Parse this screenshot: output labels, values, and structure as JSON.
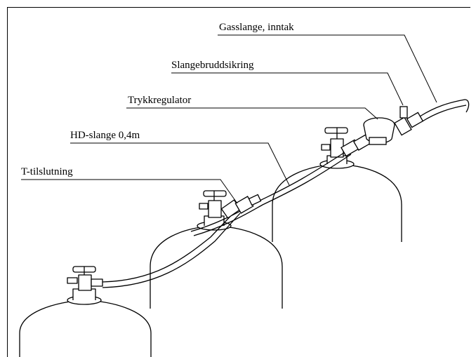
{
  "labels": {
    "gas_hose_inlet": "Gasslange, inntak",
    "hose_break_safety": "Slangebruddsikring",
    "pressure_regulator": "Trykkregulator",
    "hd_hose": "HD-slange 0,4m",
    "t_connection": "T-tilslutning"
  },
  "colors": {
    "ink": "#000000",
    "paper": "#ffffff"
  },
  "icons": [
    "gas-cylinder-icon",
    "cylinder-valve-icon",
    "pressure-regulator-icon",
    "hose-break-safety-icon",
    "t-connector-icon",
    "hose-icon"
  ]
}
